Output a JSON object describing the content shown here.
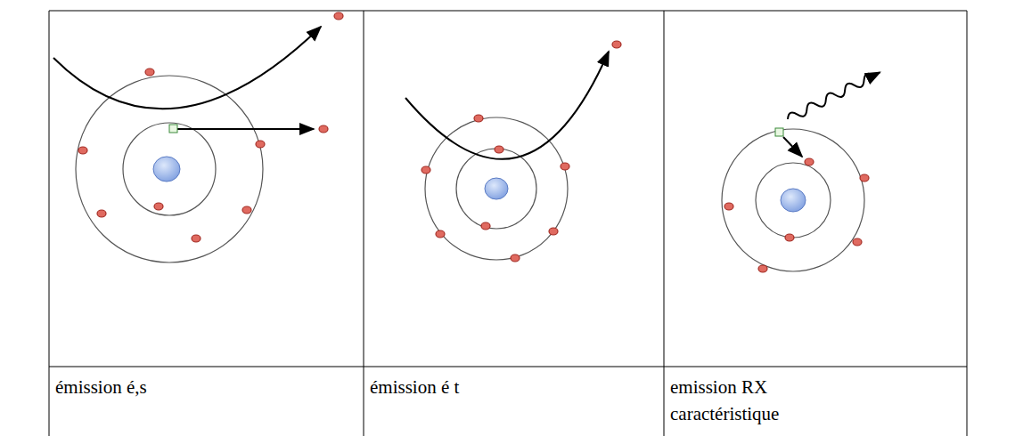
{
  "diagram": {
    "labels": [
      "émission é,s",
      "émission é t",
      "emission RX caractéristique"
    ]
  }
}
